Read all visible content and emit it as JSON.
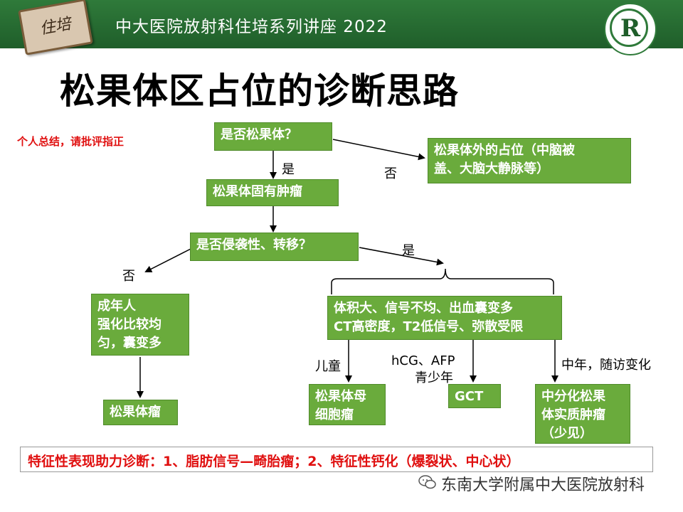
{
  "header": {
    "tag_text": "住培",
    "title": "中大医院放射科住培系列讲座 2022",
    "logo_letter": "R"
  },
  "page_title": "松果体区占位的诊断思路",
  "note": "个人总结，请批评指正",
  "nodes": {
    "q_pineal": "是否松果体？",
    "extra_pineal": [
      "松果体外的占位（中脑被",
      "盖、大脑大静脉等）"
    ],
    "intrinsic": "松果体固有肿瘤",
    "q_invasive": "是否侵袭性、转移？",
    "adult": [
      "成年人",
      "强化比较均",
      "匀，囊变多"
    ],
    "pineocytoma": "松果体瘤",
    "features": [
      "体积大、信号不均、出血囊变多",
      "CT高密度，T2低信号、弥散受限"
    ],
    "pineoblastoma": [
      "松果体母",
      "细胞瘤"
    ],
    "gct": "GCT",
    "ppt": [
      "中分化松果",
      "体实质肿瘤",
      "（少见）"
    ]
  },
  "edge_labels": {
    "yes_1": "是",
    "no_1": "否",
    "yes_2": "是",
    "no_2": "否",
    "child": "儿童",
    "markers": "hCG、AFP",
    "teen": "青少年",
    "middle_age": "中年，随访变化"
  },
  "footer": "特征性表现助力诊断：1、脂肪信号—畸胎瘤；2、特征性钙化（爆裂状、中心状）",
  "watermark": "东南大学附属中大医院放射科",
  "colors": {
    "banner": "#1f5e2a",
    "box_fill": "#6aab3c",
    "accent_red": "#e01010"
  }
}
